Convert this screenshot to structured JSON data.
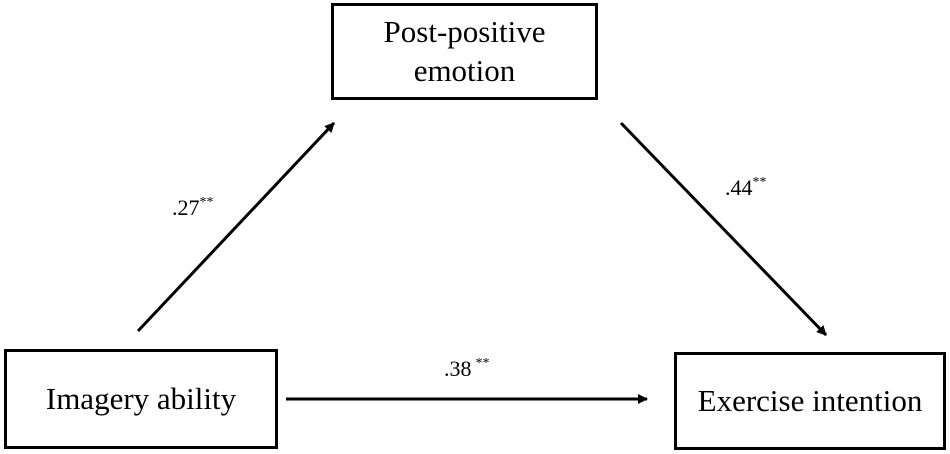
{
  "nodes": {
    "mediator": {
      "line1": "Post-positive",
      "line2": "emotion"
    },
    "predictor": {
      "label": "Imagery ability"
    },
    "outcome": {
      "label": "Exercise intention"
    }
  },
  "paths": {
    "a": {
      "value": ".27",
      "stars": "**"
    },
    "b": {
      "value": ".44",
      "stars": "**"
    },
    "c": {
      "value": ".38",
      "stars": "**"
    }
  }
}
